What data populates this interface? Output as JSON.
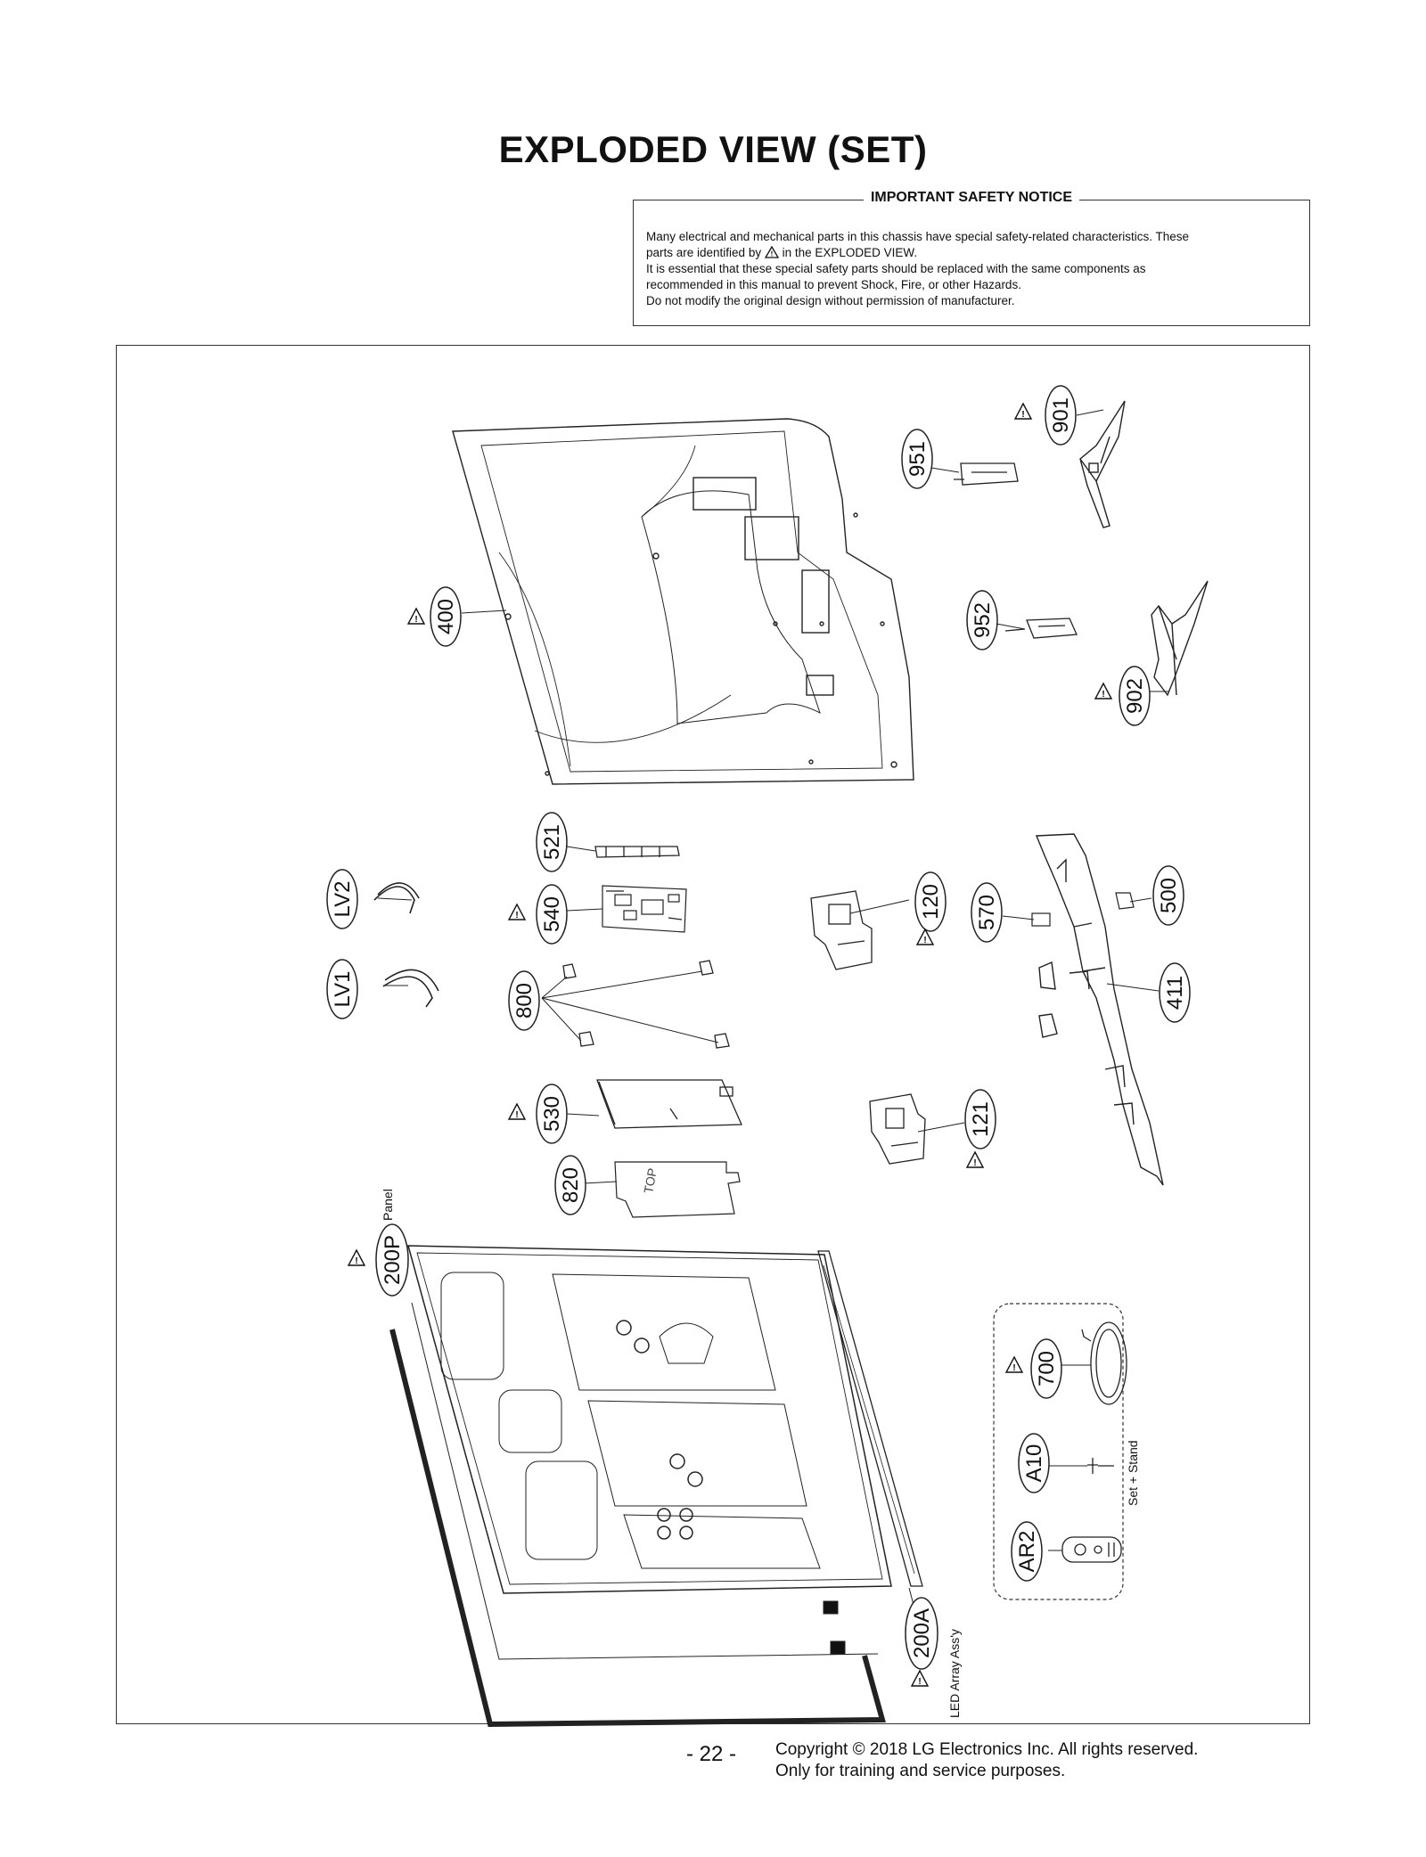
{
  "title": "EXPLODED VIEW (SET)",
  "notice": {
    "heading": "IMPORTANT SAFETY NOTICE",
    "line1": "Many electrical and mechanical parts in this chassis have special safety-related characteristics. These",
    "line2a": "parts are identified by",
    "line2b": "in the EXPLODED VIEW.",
    "line3": "It is essential that these special safety parts should be replaced with the same components as",
    "line4": "recommended in this manual to prevent Shock, Fire, or other Hazards.",
    "line5": "Do not modify the original design without permission of manufacturer."
  },
  "parts": {
    "p400": "400",
    "p901": "901",
    "p902": "902",
    "p951": "951",
    "p952": "952",
    "p521": "521",
    "p540": "540",
    "p800": "800",
    "p530": "530",
    "p820": "820",
    "p120": "120",
    "p121": "121",
    "p570": "570",
    "p500": "500",
    "p411": "411",
    "lv1": "LV1",
    "lv2": "LV2",
    "p200p": "200P",
    "p200a": "200A",
    "p700": "700",
    "a10": "A10",
    "ar2": "AR2"
  },
  "captions": {
    "panel": "Panel",
    "led": "LED Array Ass'y",
    "set_stand": "Set + Stand",
    "top_mark": "TOP"
  },
  "footer": {
    "page": "- 22 -",
    "copyright1": "Copyright © 2018 LG Electronics Inc. All rights reserved.",
    "copyright2": "Only for training and service purposes."
  }
}
